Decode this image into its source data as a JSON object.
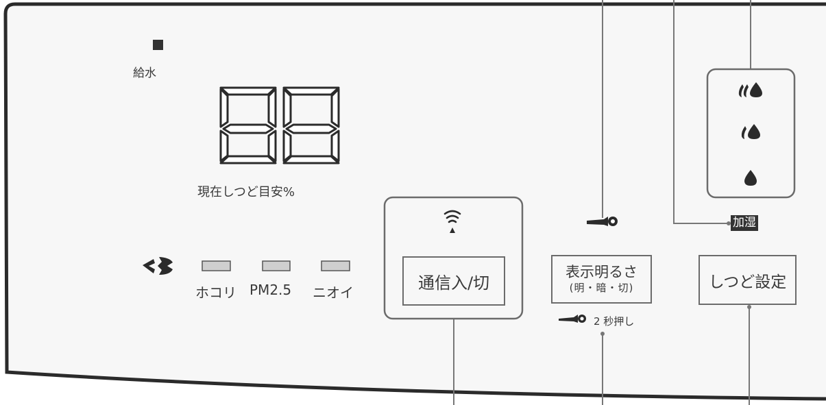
{
  "indicators": {
    "water_supply": "給水",
    "digit_display": "88",
    "humidity_caption": "現在しつど目安%"
  },
  "sensors": {
    "dust": "ホコリ",
    "pm25": "PM2.5",
    "odor": "ニオイ"
  },
  "buttons": {
    "communication": "通信入/切",
    "brightness_main": "表示明るさ",
    "brightness_sub": "(明・暗・切)",
    "humidity_setting": "しつど設定"
  },
  "labels": {
    "child_lock_hold": "2 秒押し",
    "humidify": "加湿"
  },
  "icons": [
    "water-supply-lamp-icon",
    "seven-segment-digit-icon",
    "fan-icon",
    "wifi-icon",
    "key-icon",
    "droplet-high-icon",
    "droplet-mid-icon",
    "droplet-low-icon"
  ],
  "colors": {
    "panel_bg": "#f7f7f7",
    "outline": "#333333",
    "lamp": "#cfcfcf",
    "box_border": "#6b6b6b"
  }
}
